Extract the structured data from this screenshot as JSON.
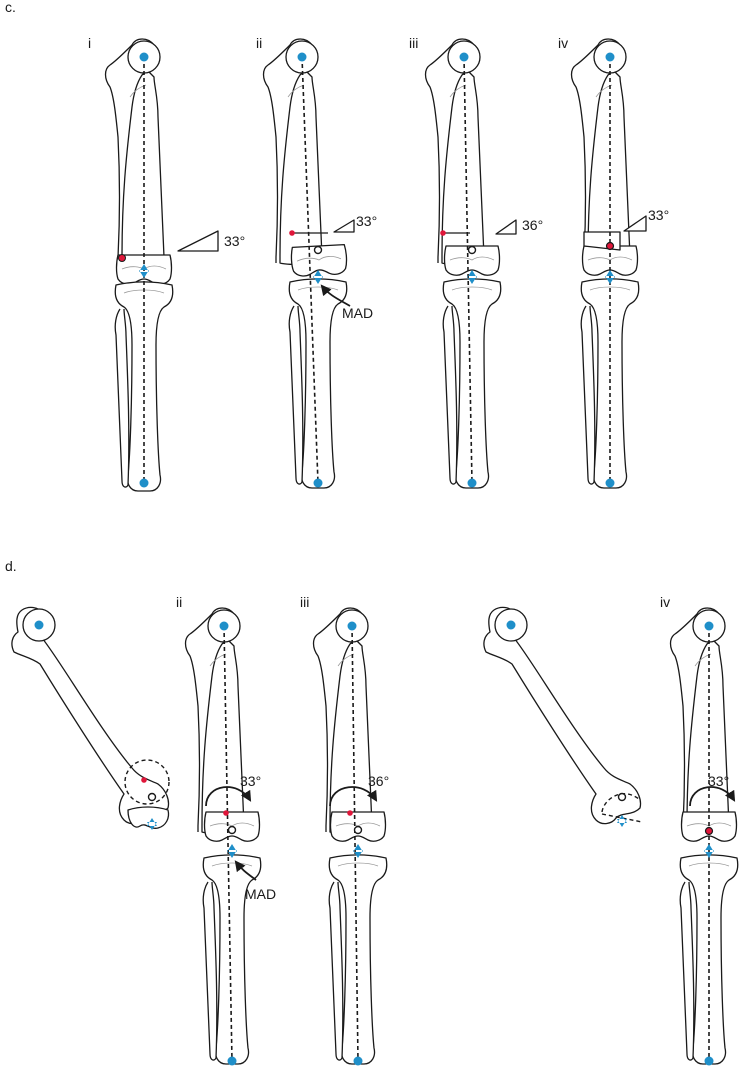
{
  "panel_c": {
    "label": "c.",
    "subpanels": [
      {
        "label": "i",
        "angle": "33°"
      },
      {
        "label": "ii",
        "angle": "33°",
        "mad": "MAD"
      },
      {
        "label": "iii",
        "angle": "36°"
      },
      {
        "label": "iv",
        "angle": "33°"
      }
    ]
  },
  "panel_d": {
    "label": "d.",
    "subpanels": [
      {
        "label": "ii",
        "angle": "33°",
        "mad": "MAD"
      },
      {
        "label": "iii",
        "angle": "36°"
      },
      {
        "label": "iv",
        "angle": "33°"
      }
    ]
  },
  "colors": {
    "landmark": "#1f8fc9",
    "osteotomy_point": "#e0163a",
    "outline": "#1a1a1a"
  }
}
